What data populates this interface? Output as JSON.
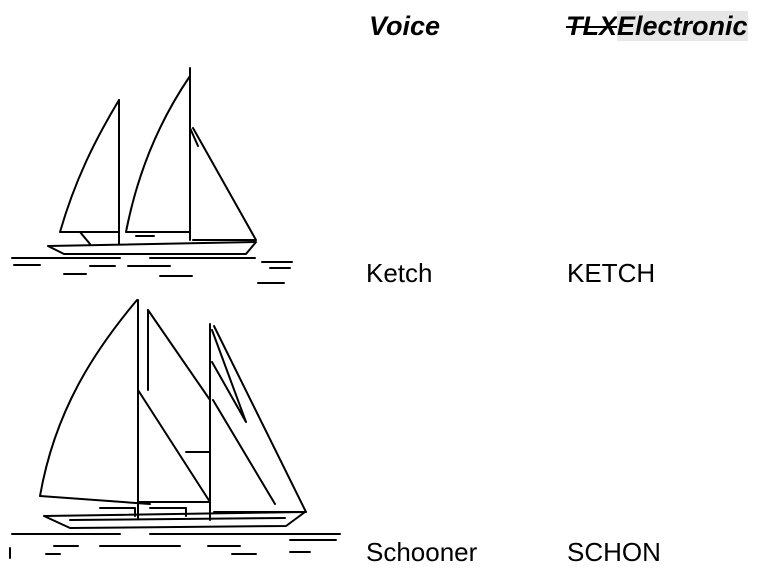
{
  "header": {
    "voice": "Voice",
    "electronic_struck": "TLX",
    "electronic": "Electronic"
  },
  "rows": [
    {
      "voice": "Ketch",
      "tlx": "KETCH"
    },
    {
      "voice": "Schooner",
      "tlx": "SCHON"
    }
  ]
}
